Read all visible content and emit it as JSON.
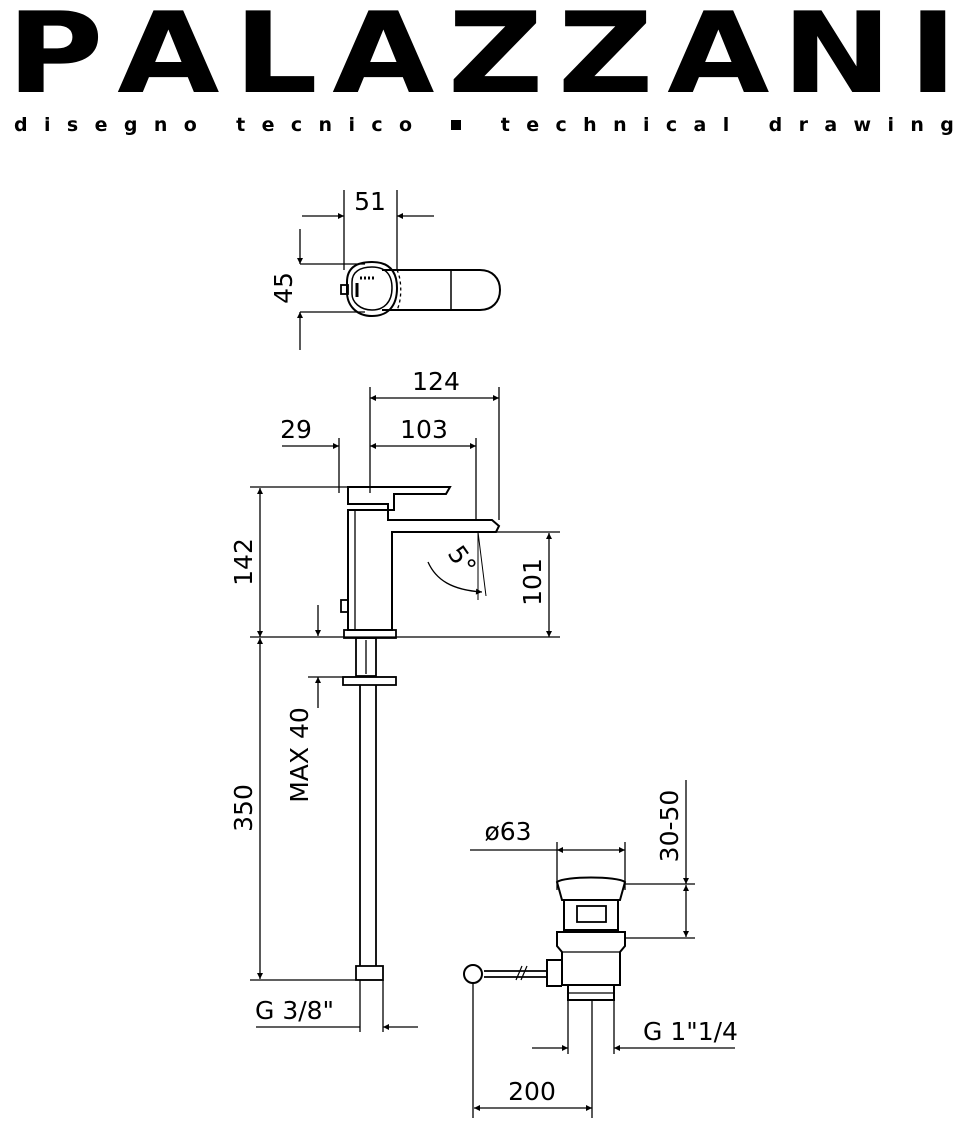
{
  "header": {
    "brand": "PALAZZANI",
    "subtitle_it": "disegno tecnico",
    "subtitle_en": "technical drawing"
  },
  "dimensions": {
    "top_width": "51",
    "top_depth": "45",
    "spout_total": "124",
    "handle_offset": "29",
    "spout_reach": "103",
    "height": "142",
    "angle": "5°",
    "outlet_height": "101",
    "max_deck": "MAX 40",
    "hose_length": "350",
    "hose_thread": "G 3/8\"",
    "waste_diameter": "ø63",
    "waste_lift": "30-50",
    "waste_thread": "G 1\"1/4",
    "rod_length": "200"
  },
  "colors": {
    "ink": "#000000",
    "paper": "#ffffff"
  }
}
